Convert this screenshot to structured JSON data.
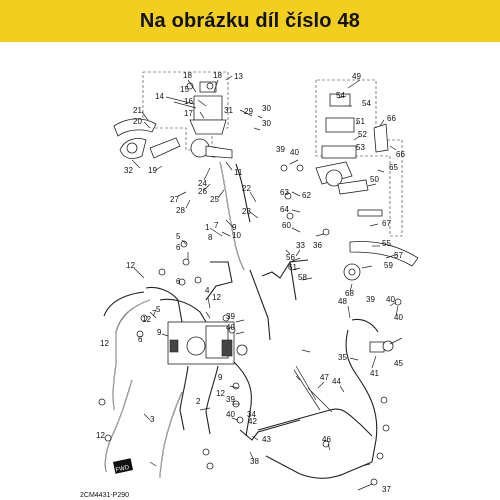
{
  "banner": {
    "text": "Na obrázku díl číslo 48",
    "color": "#f2cf1f"
  },
  "diagram": {
    "code": "2CM4431-P290",
    "fwd_label": "FWD",
    "callouts": [
      {
        "id": "c18a",
        "text": "18"
      },
      {
        "id": "c18b",
        "text": "18"
      },
      {
        "id": "c13",
        "text": "13"
      },
      {
        "id": "c14",
        "text": "14"
      },
      {
        "id": "c15",
        "text": "15"
      },
      {
        "id": "c16",
        "text": "16"
      },
      {
        "id": "c17",
        "text": "17"
      },
      {
        "id": "c21",
        "text": "21"
      },
      {
        "id": "c20",
        "text": "20"
      },
      {
        "id": "c31",
        "text": "31"
      },
      {
        "id": "c29",
        "text": "29"
      },
      {
        "id": "c30a",
        "text": "30"
      },
      {
        "id": "c30b",
        "text": "30"
      },
      {
        "id": "c32",
        "text": "32"
      },
      {
        "id": "c19",
        "text": "19"
      },
      {
        "id": "c11",
        "text": "11"
      },
      {
        "id": "c24",
        "text": "24"
      },
      {
        "id": "c26",
        "text": "26"
      },
      {
        "id": "c27",
        "text": "27"
      },
      {
        "id": "c28",
        "text": "28"
      },
      {
        "id": "c25",
        "text": "25"
      },
      {
        "id": "c22",
        "text": "22"
      },
      {
        "id": "c23",
        "text": "23"
      },
      {
        "id": "c9a",
        "text": "9"
      },
      {
        "id": "c10",
        "text": "10"
      },
      {
        "id": "c7a",
        "text": "7"
      },
      {
        "id": "c8",
        "text": "8"
      },
      {
        "id": "c1",
        "text": "1"
      },
      {
        "id": "c5a",
        "text": "5"
      },
      {
        "id": "c6a",
        "text": "6"
      },
      {
        "id": "c33",
        "text": "33"
      },
      {
        "id": "c36",
        "text": "36"
      },
      {
        "id": "c12a",
        "text": "12"
      },
      {
        "id": "c12b",
        "text": "12"
      },
      {
        "id": "c12c",
        "text": "12"
      },
      {
        "id": "c12d",
        "text": "12"
      },
      {
        "id": "c12e",
        "text": "12"
      },
      {
        "id": "c12f",
        "text": "12"
      },
      {
        "id": "c39a",
        "text": "39"
      },
      {
        "id": "c40a",
        "text": "40"
      },
      {
        "id": "c6b",
        "text": "6"
      },
      {
        "id": "c7b",
        "text": "7"
      },
      {
        "id": "c9b",
        "text": "9"
      },
      {
        "id": "c4",
        "text": "4"
      },
      {
        "id": "c9c",
        "text": "9"
      },
      {
        "id": "c3",
        "text": "3"
      },
      {
        "id": "c2",
        "text": "2"
      },
      {
        "id": "c39b",
        "text": "39"
      },
      {
        "id": "c40b",
        "text": "40"
      },
      {
        "id": "c34",
        "text": "34"
      },
      {
        "id": "c38",
        "text": "38"
      },
      {
        "id": "c42",
        "text": "42"
      },
      {
        "id": "c43",
        "text": "43"
      },
      {
        "id": "c47",
        "text": "47"
      },
      {
        "id": "c44",
        "text": "44"
      },
      {
        "id": "c46",
        "text": "46"
      },
      {
        "id": "c49",
        "text": "49"
      },
      {
        "id": "c54a",
        "text": "54"
      },
      {
        "id": "c54b",
        "text": "54"
      },
      {
        "id": "c51",
        "text": "51"
      },
      {
        "id": "c52",
        "text": "52"
      },
      {
        "id": "c53",
        "text": "53"
      },
      {
        "id": "c66a",
        "text": "66"
      },
      {
        "id": "c66b",
        "text": "66"
      },
      {
        "id": "c65",
        "text": "65"
      },
      {
        "id": "c50",
        "text": "50"
      },
      {
        "id": "c39c",
        "text": "39"
      },
      {
        "id": "c40c",
        "text": "40"
      },
      {
        "id": "c62",
        "text": "62"
      },
      {
        "id": "c63",
        "text": "63"
      },
      {
        "id": "c64",
        "text": "64"
      },
      {
        "id": "c60",
        "text": "60"
      },
      {
        "id": "c67",
        "text": "67"
      },
      {
        "id": "c55",
        "text": "55"
      },
      {
        "id": "c56",
        "text": "56"
      },
      {
        "id": "c61",
        "text": "61"
      },
      {
        "id": "c59",
        "text": "59"
      },
      {
        "id": "c57",
        "text": "57"
      },
      {
        "id": "c58",
        "text": "58"
      },
      {
        "id": "c68",
        "text": "68"
      },
      {
        "id": "c48",
        "text": "48"
      },
      {
        "id": "c39d",
        "text": "39"
      },
      {
        "id": "c40d",
        "text": "40"
      },
      {
        "id": "c40e",
        "text": "40"
      },
      {
        "id": "c45",
        "text": "45"
      },
      {
        "id": "c35",
        "text": "35"
      },
      {
        "id": "c41",
        "text": "41"
      },
      {
        "id": "c37",
        "text": "37"
      },
      {
        "id": "c5b",
        "text": "5"
      },
      {
        "id": "c6c",
        "text": "6"
      }
    ]
  }
}
